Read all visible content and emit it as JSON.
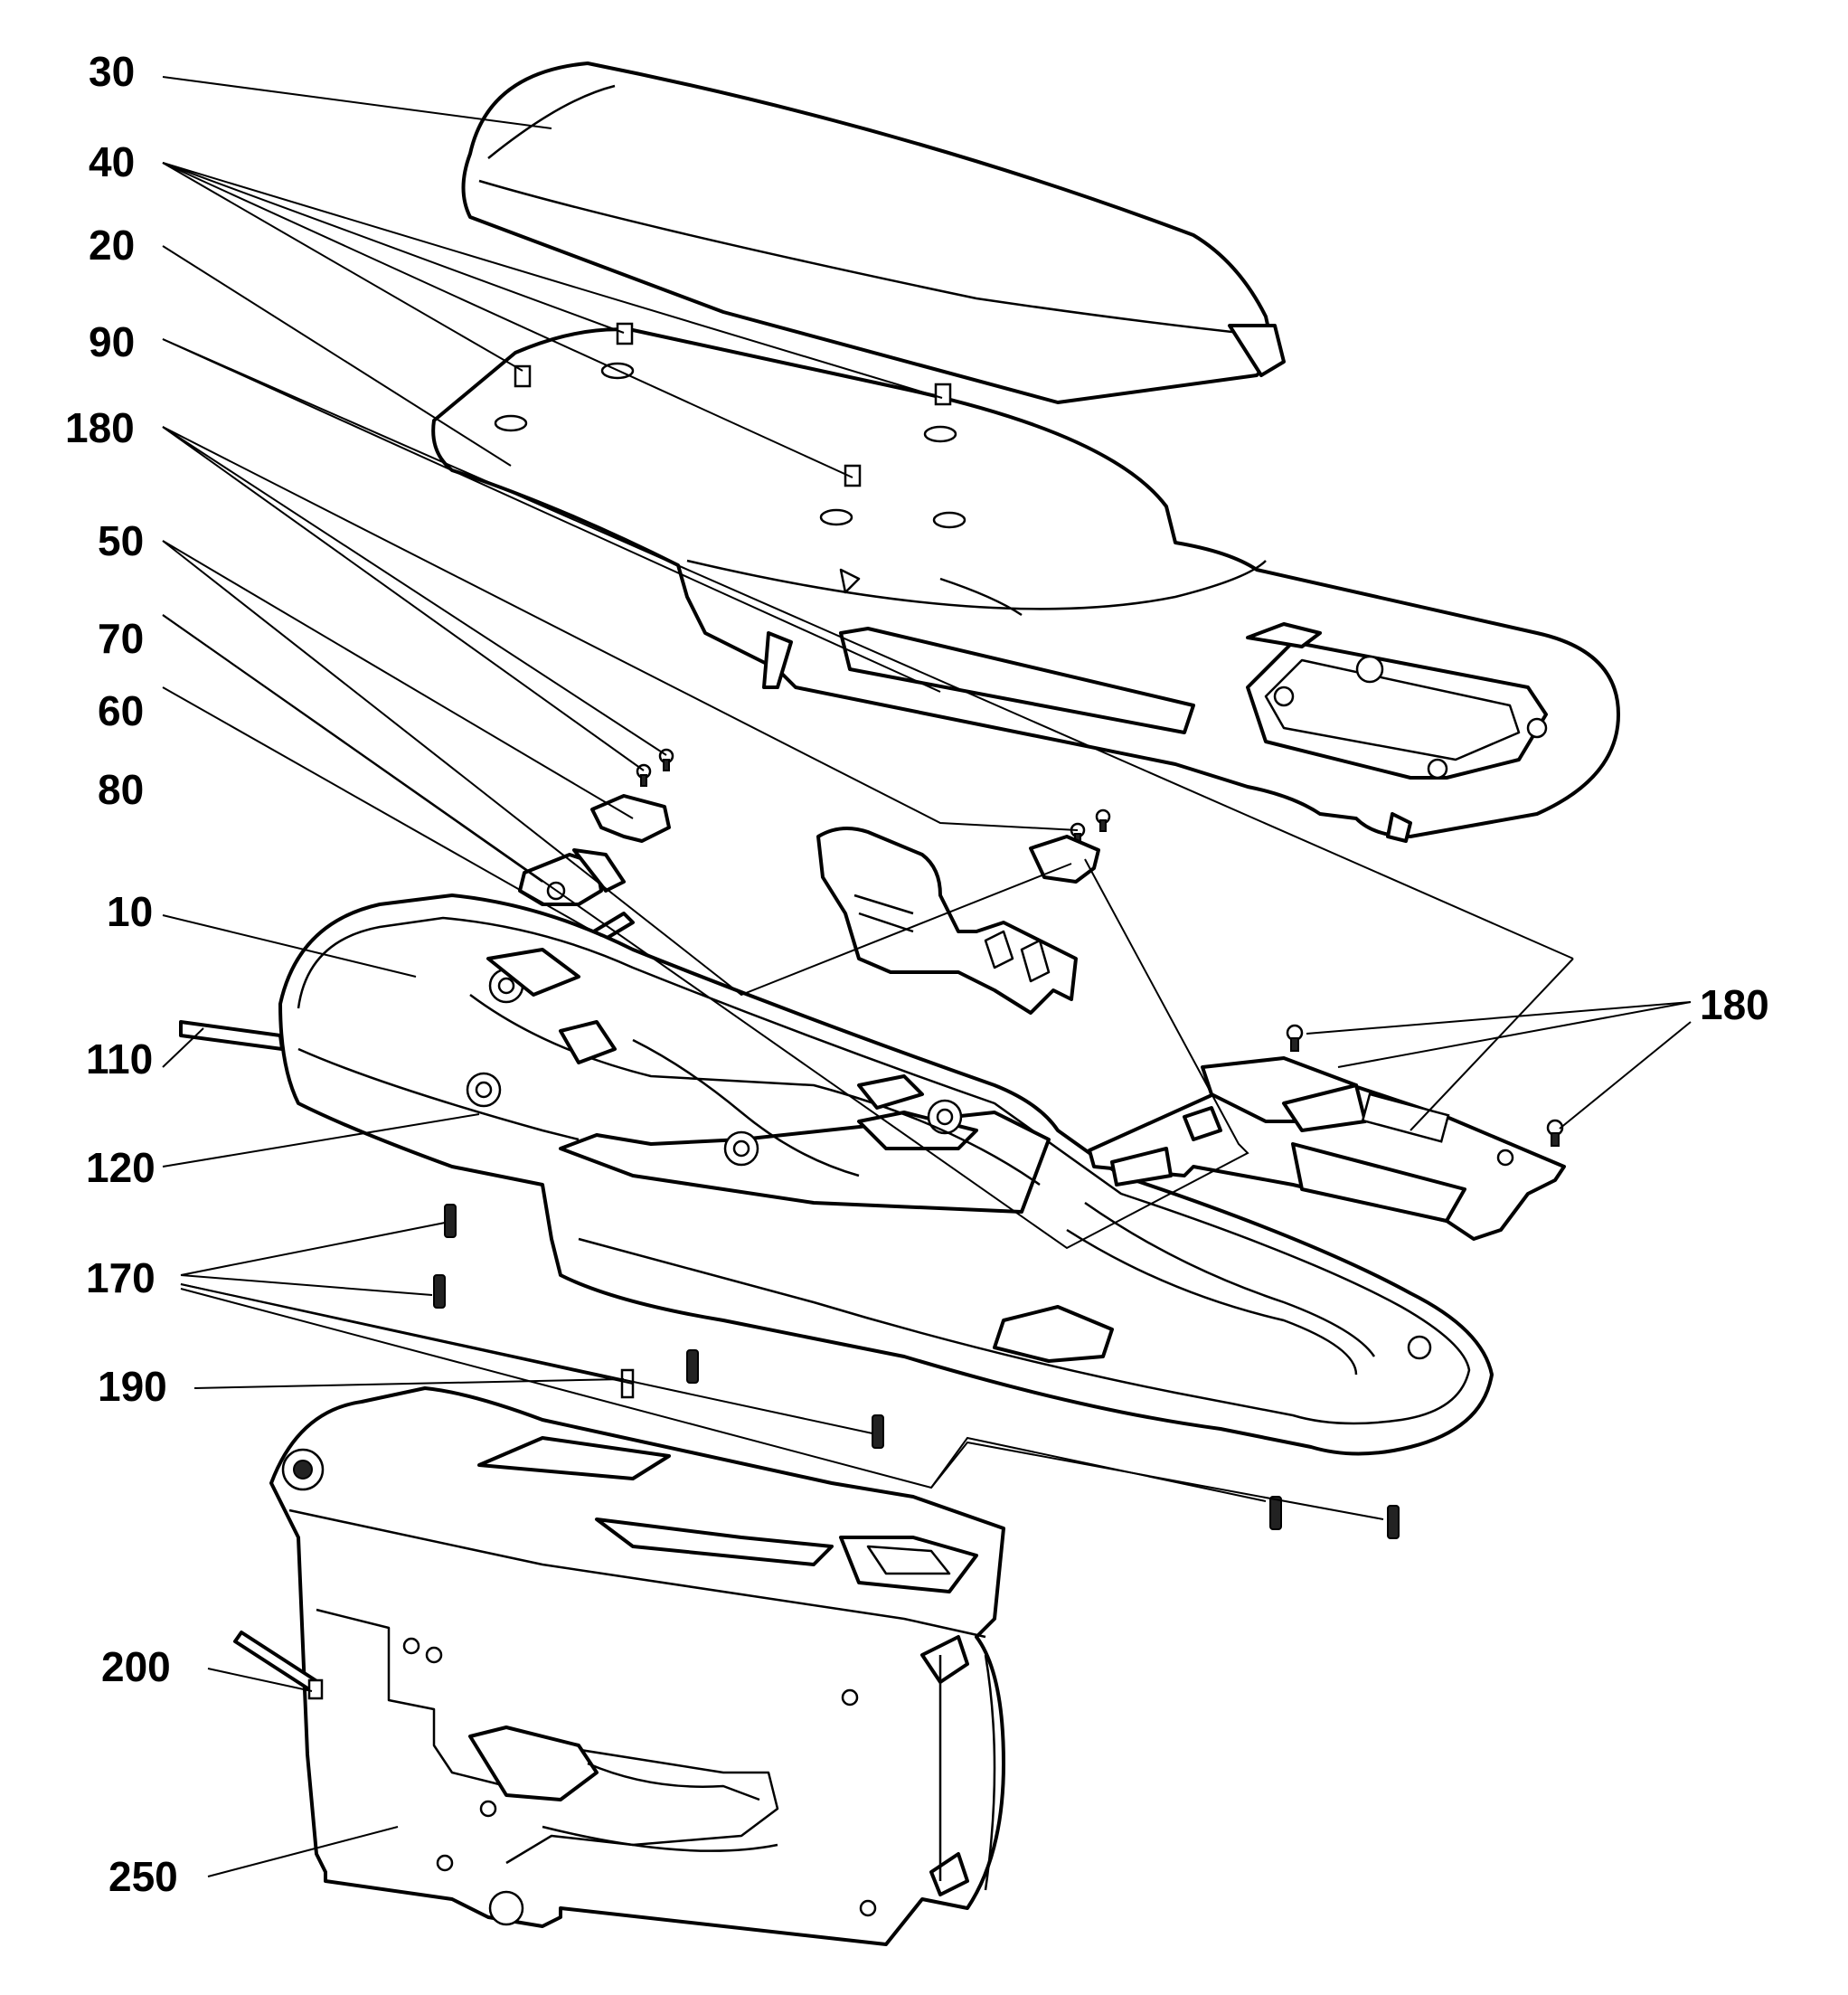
{
  "callouts": {
    "c30": "30",
    "c40": "40",
    "c20": "20",
    "c90": "90",
    "c180_left": "180",
    "c50": "50",
    "c70": "70",
    "c60": "60",
    "c80": "80",
    "c10": "10",
    "c110": "110",
    "c120": "120",
    "c170": "170",
    "c190": "190",
    "c200": "200",
    "c250": "250",
    "c180_right": "180"
  },
  "colors": {
    "line": "#000000",
    "background": "#ffffff"
  }
}
